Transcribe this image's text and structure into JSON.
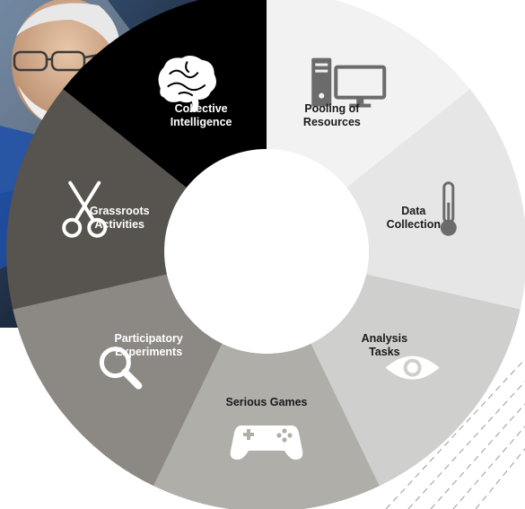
{
  "diagram": {
    "segments": [
      {
        "id": "pooling",
        "lines": [
          "Pooling of",
          "Resources"
        ],
        "icon": "computer-icon",
        "fill": "#f2f2f2",
        "text_color": "#1a1a1a",
        "icon_color": "#6b6b6b"
      },
      {
        "id": "data",
        "lines": [
          "Data",
          "Collection"
        ],
        "icon": "thermometer-icon",
        "fill": "#e6e6e6",
        "text_color": "#1a1a1a",
        "icon_color": "#6b6b6b"
      },
      {
        "id": "analysis",
        "lines": [
          "Analysis",
          "Tasks"
        ],
        "icon": "eye-icon",
        "fill": "#cfcfcd",
        "text_color": "#1a1a1a",
        "icon_color": "#ffffff"
      },
      {
        "id": "games",
        "lines": [
          "Serious Games"
        ],
        "icon": "gamepad-icon",
        "fill": "#b0aea9",
        "text_color": "#1a1a1a",
        "icon_color": "#ffffff"
      },
      {
        "id": "experiments",
        "lines": [
          "Participatory",
          "Experiments"
        ],
        "icon": "magnifier-icon",
        "fill": "#8c8883",
        "text_color": "#ffffff",
        "icon_color": "#ffffff"
      },
      {
        "id": "grassroots",
        "lines": [
          "Grassroots",
          "Activities"
        ],
        "icon": "scissors-icon",
        "fill": "#57534e",
        "text_color": "#ffffff",
        "icon_color": "#ffffff"
      },
      {
        "id": "collective",
        "lines": [
          "Collective",
          "Intelligence"
        ],
        "icon": "brain-icon",
        "fill": "#000000",
        "text_color": "#ffffff",
        "icon_color": "#ffffff"
      }
    ]
  },
  "colors": {
    "hub": "#ffffff",
    "photo_background": "#2a3b52"
  }
}
